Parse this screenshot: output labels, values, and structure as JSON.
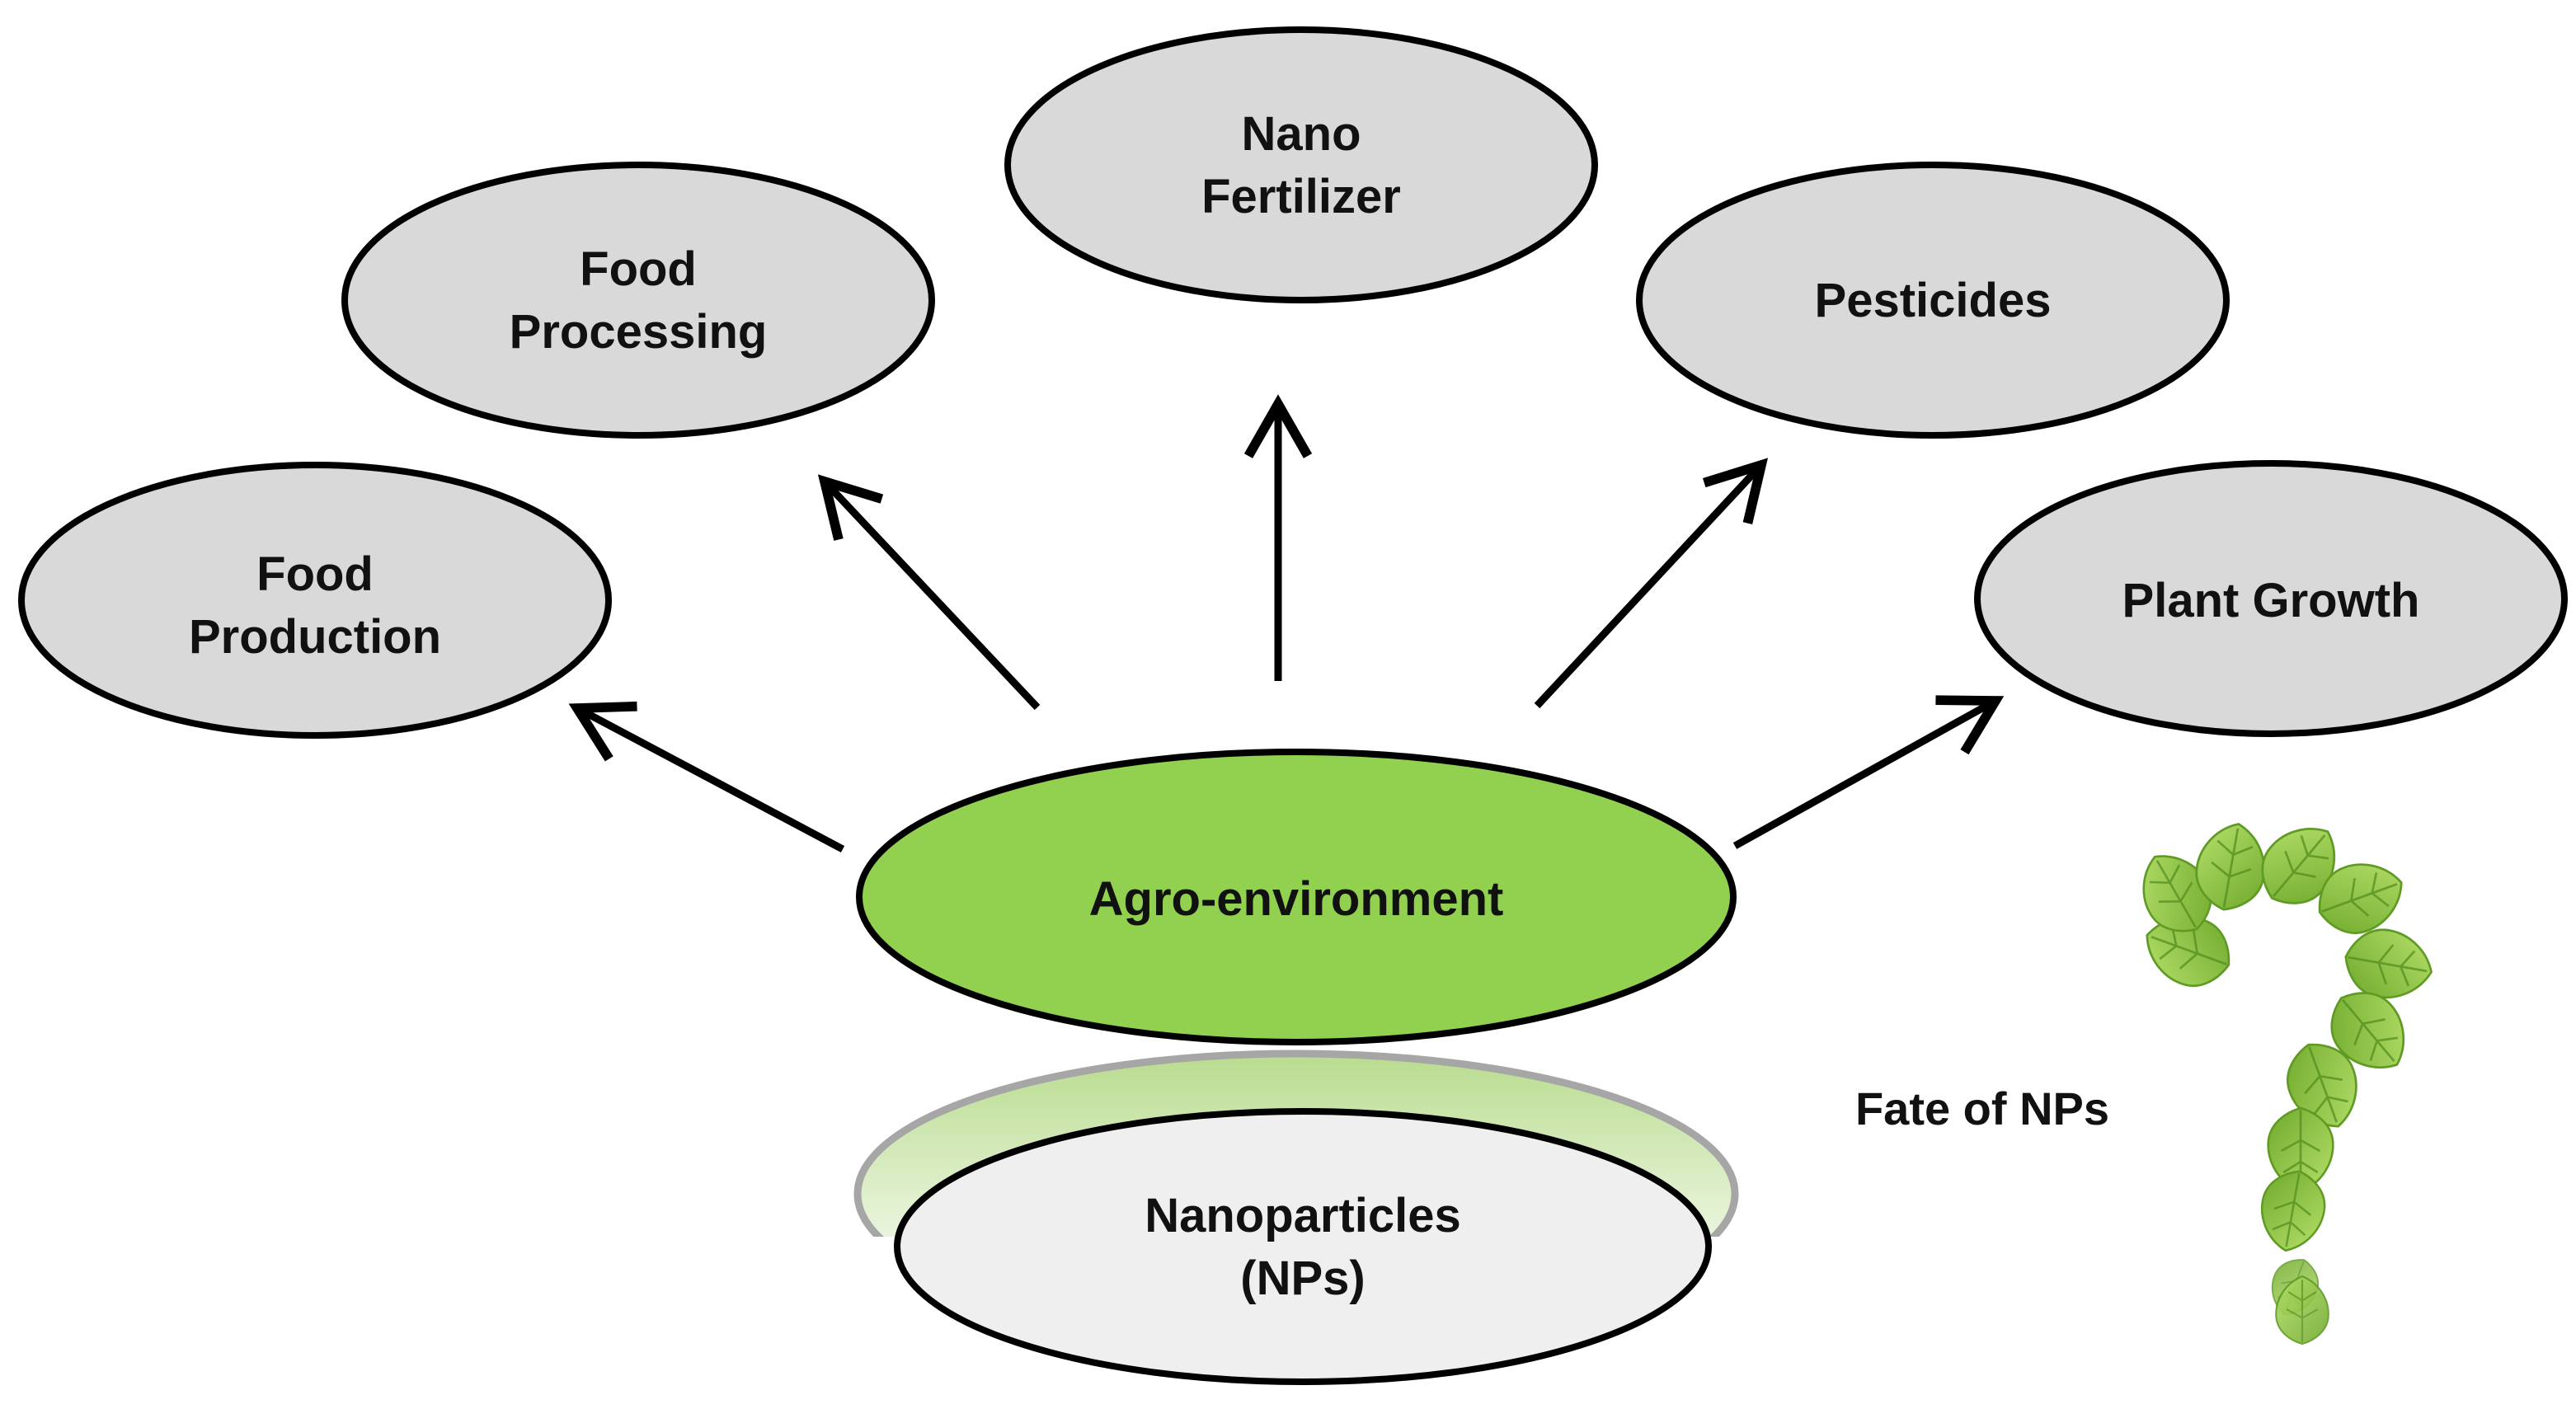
{
  "diagram": {
    "center": {
      "label": "Agro-environment"
    },
    "base": {
      "line1": "Nanoparticles",
      "line2": "(NPs)"
    },
    "nodes": [
      {
        "line1": "Food",
        "line2": "Production"
      },
      {
        "line1": "Food",
        "line2": "Processing"
      },
      {
        "line1": "Nano",
        "line2": "Fertilizer"
      },
      {
        "line1": "Pesticides",
        "line2": ""
      },
      {
        "line1": "Plant Growth",
        "line2": ""
      }
    ],
    "fate_label": "Fate of NPs"
  },
  "colors": {
    "center_fill": "#92d050",
    "node_fill": "#d9d9d9",
    "base_fill": "#efefef",
    "leaf_green": "#8cc63f",
    "leaf_dark": "#5f9b24",
    "stroke": "#000000"
  },
  "icons": {
    "question_mark": "leaf-question-mark-icon"
  }
}
